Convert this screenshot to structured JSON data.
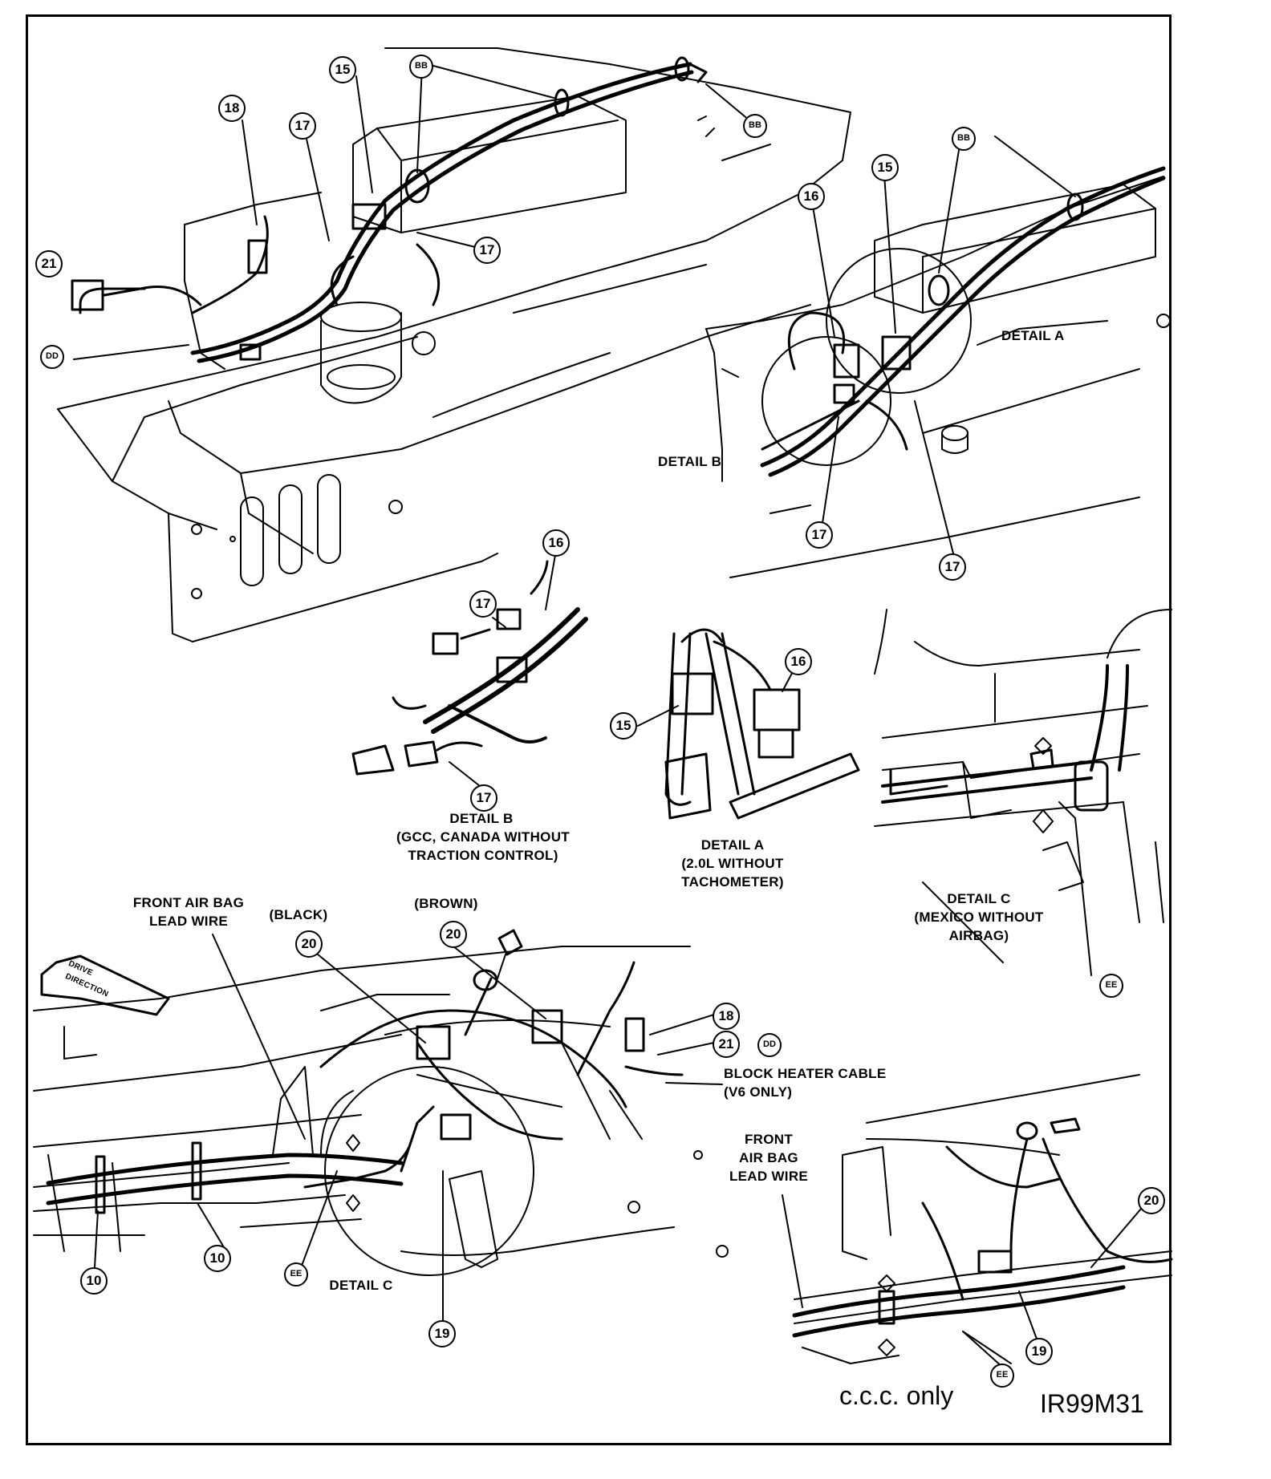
{
  "callouts": {
    "c15": "15",
    "c16": "16",
    "c17": "17",
    "c18": "18",
    "c19": "19",
    "c20": "20",
    "c21": "21",
    "c10": "10",
    "bb": "BB",
    "dd": "DD",
    "ee": "EE"
  },
  "labels": {
    "detail_a_main": "DETAIL A",
    "detail_b_main": "DETAIL B",
    "detail_b_title": "DETAIL B",
    "detail_b_sub1": "(GCC, CANADA WITHOUT",
    "detail_b_sub2": "TRACTION CONTROL)",
    "detail_a_title": "DETAIL A",
    "detail_a_sub1": "(2.0L WITHOUT",
    "detail_a_sub2": "TACHOMETER)",
    "detail_c_title": "DETAIL C",
    "detail_c_sub1": "(MEXICO WITHOUT",
    "detail_c_sub2": "AIRBAG)",
    "front_airbag_1": "FRONT AIR BAG",
    "front_airbag_2": "LEAD WIRE",
    "black": "(BLACK)",
    "brown": "(BROWN)",
    "block_heater_1": "BLOCK HEATER CABLE",
    "block_heater_2": "(V6 ONLY)",
    "front_airbag_b1": "FRONT",
    "front_airbag_b2": "AIR BAG",
    "front_airbag_b3": "LEAD WIRE",
    "detail_c_main": "DETAIL C",
    "drive_direction_1": "DRIVE",
    "drive_direction_2": "DIRECTION"
  },
  "footer": {
    "note": "c.c.c. only",
    "figure_id": "IR99M31"
  },
  "colors": {
    "ink": "#000000",
    "paper": "#ffffff"
  }
}
